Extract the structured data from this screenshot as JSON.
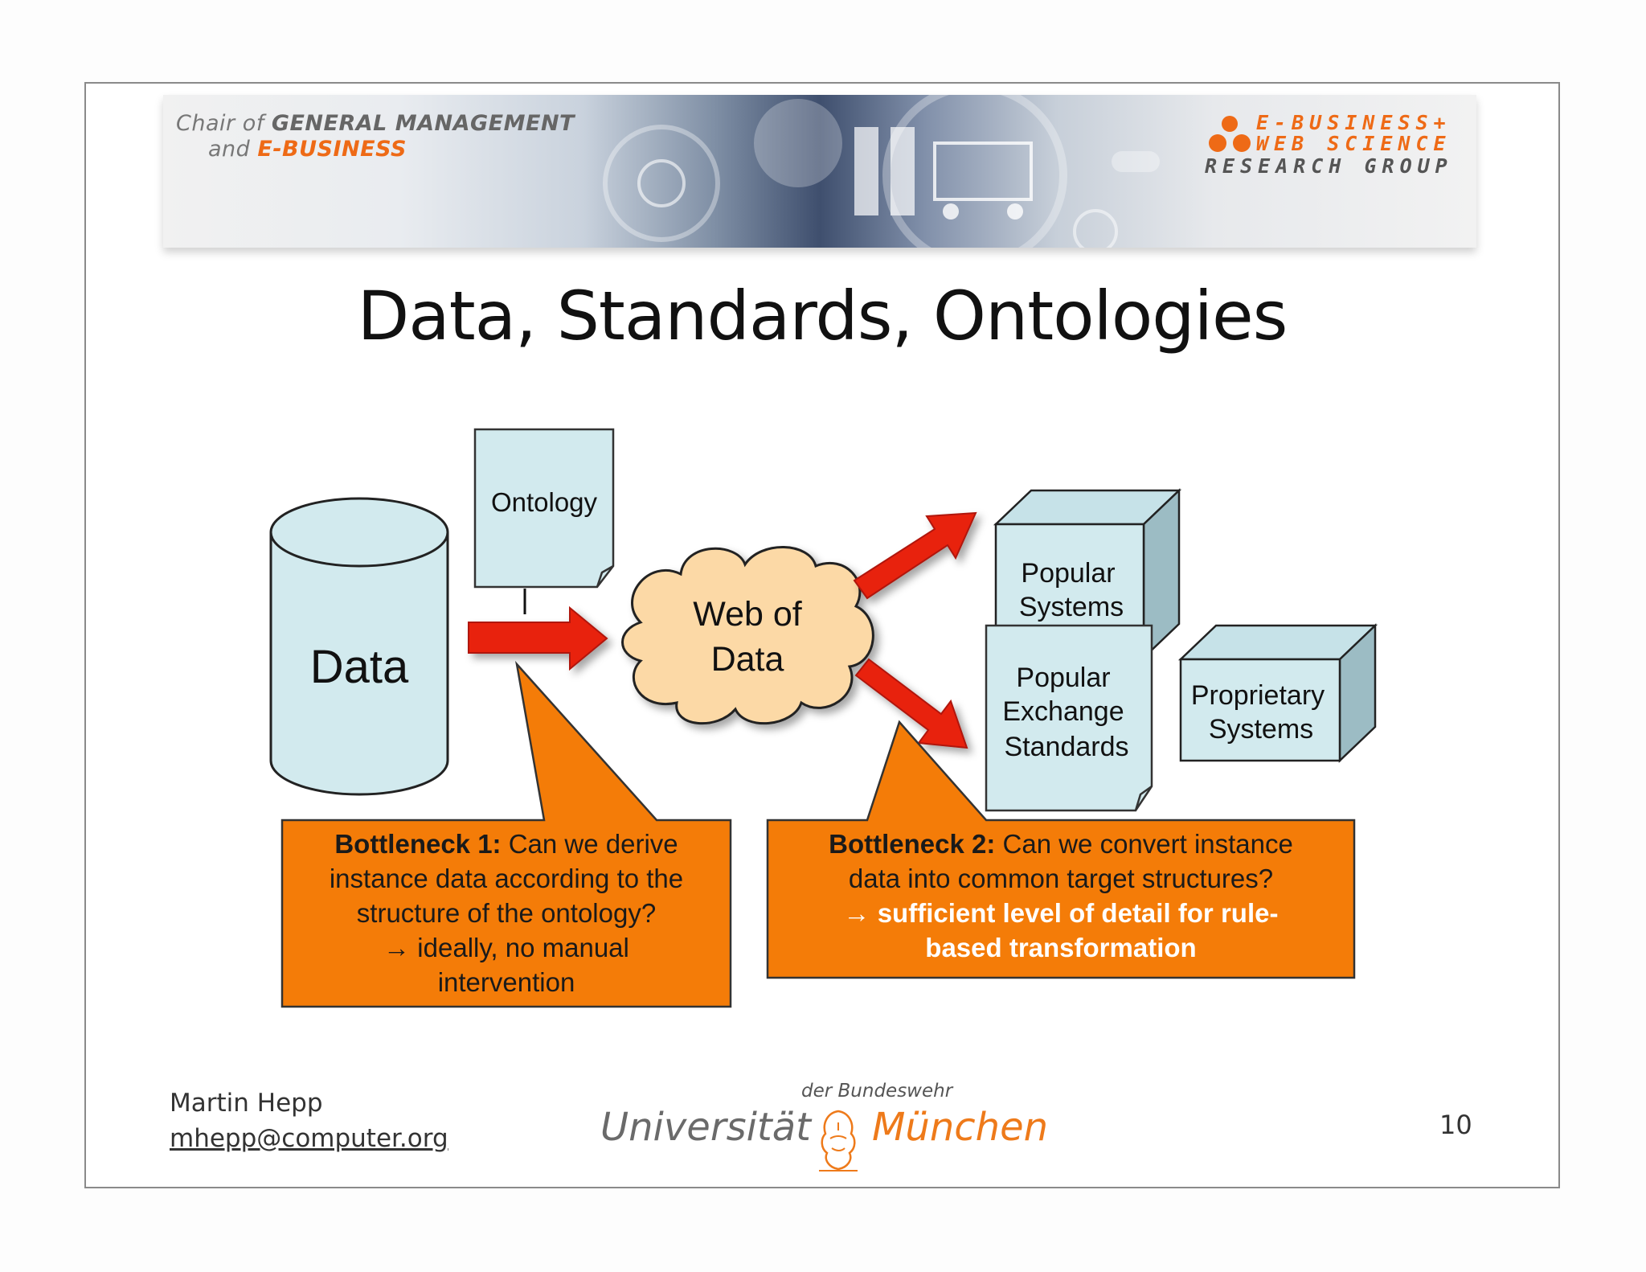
{
  "header": {
    "chair_of": "Chair of",
    "general_management": "GENERAL MANAGEMENT",
    "and": "and",
    "ebusiness": "E-BUSINESS",
    "group_line1": "E-BUSINESS+",
    "group_line2": "WEB SCIENCE",
    "group_line3": "RESEARCH GROUP"
  },
  "title": "Data, Standards, Ontologies",
  "diagram": {
    "data": "Data",
    "ontology": "Ontology",
    "web_of_data_1": "Web of",
    "web_of_data_2": "Data",
    "popular_systems_1": "Popular",
    "popular_systems_2": "Systems",
    "exchange_1": "Popular",
    "exchange_2": "Exchange",
    "exchange_3": "Standards",
    "proprietary_1": "Proprietary",
    "proprietary_2": "Systems"
  },
  "bottleneck1": {
    "label": "Bottleneck 1:",
    "text1": " Can we derive",
    "line2": "instance data according to the",
    "line3": "structure of the ontology?",
    "line4": "→ ideally, no manual",
    "line5": "intervention"
  },
  "bottleneck2": {
    "label": "Bottleneck 2:",
    "text1": " Can we convert instance",
    "line2": "data into common target structures?",
    "line3": "→ sufficient level of detail for rule-",
    "line4": "based transformation"
  },
  "footer": {
    "author": "Martin Hepp",
    "email": "mhepp@computer.org",
    "uni_top": "der Bundeswehr",
    "uni_left": "Universität",
    "uni_right": "München",
    "page": "10"
  },
  "colors": {
    "box_fill": "#d2eaee",
    "arrow_red": "#e82010",
    "callout_orange": "#f47c08",
    "accent_orange": "#ee6a16"
  }
}
